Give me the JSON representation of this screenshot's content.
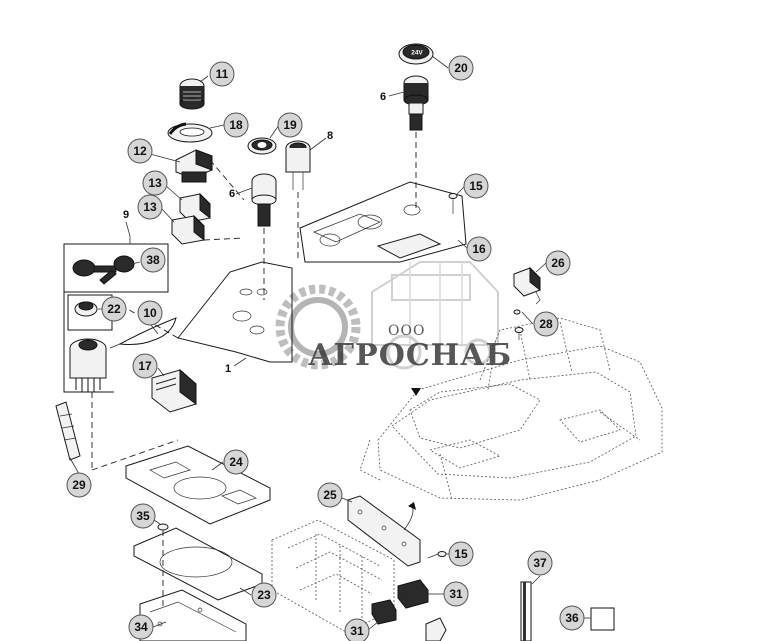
{
  "watermark": {
    "prefix": "ООО",
    "brand": "АГРОСНАБ"
  },
  "callouts": [
    {
      "id": "c1",
      "label": "1"
    },
    {
      "id": "c6a",
      "label": "6"
    },
    {
      "id": "c6b",
      "label": "6"
    },
    {
      "id": "c8",
      "label": "8"
    },
    {
      "id": "c9",
      "label": "9"
    },
    {
      "id": "c10",
      "label": "10"
    },
    {
      "id": "c11",
      "label": "11"
    },
    {
      "id": "c12",
      "label": "12"
    },
    {
      "id": "c13a",
      "label": "13"
    },
    {
      "id": "c13b",
      "label": "13"
    },
    {
      "id": "c15a",
      "label": "15"
    },
    {
      "id": "c15b",
      "label": "15"
    },
    {
      "id": "c16",
      "label": "16"
    },
    {
      "id": "c17",
      "label": "17"
    },
    {
      "id": "c18",
      "label": "18"
    },
    {
      "id": "c19",
      "label": "19"
    },
    {
      "id": "c20",
      "label": "20"
    },
    {
      "id": "c22",
      "label": "22"
    },
    {
      "id": "c23",
      "label": "23"
    },
    {
      "id": "c24",
      "label": "24"
    },
    {
      "id": "c25",
      "label": "25"
    },
    {
      "id": "c26",
      "label": "26"
    },
    {
      "id": "c28",
      "label": "28"
    },
    {
      "id": "c29",
      "label": "29"
    },
    {
      "id": "c31a",
      "label": "31"
    },
    {
      "id": "c31b",
      "label": "31"
    },
    {
      "id": "c34",
      "label": "34"
    },
    {
      "id": "c35",
      "label": "35"
    },
    {
      "id": "c36",
      "label": "36"
    },
    {
      "id": "c37",
      "label": "37"
    },
    {
      "id": "c38",
      "label": "38"
    }
  ],
  "parts": {
    "socket_20_marking": "24V"
  }
}
